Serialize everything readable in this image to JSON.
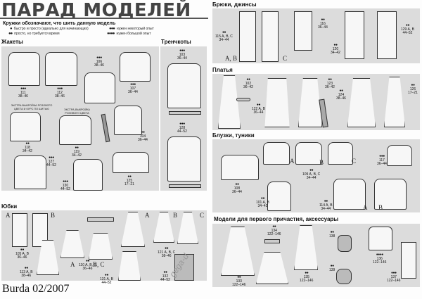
{
  "page": {
    "title": "ПАРАД МОДЕЛЕЙ",
    "footer": "Burda 02/2007",
    "watermark": "gega-d"
  },
  "legend": {
    "heading": "Кружки обозначают, что шить данную модель",
    "items": [
      {
        "dots": "●",
        "label": "быстро и просто (идеально для начинающих)"
      },
      {
        "dots": "●●",
        "label": "просто, но требуется время"
      },
      {
        "dots": "●●●",
        "label": "нужен некоторый опыт"
      },
      {
        "dots": "●●●●",
        "label": "нужен большой опыт"
      }
    ]
  },
  "sections": {
    "jackets": {
      "title": "Жакеты",
      "notes": [
        "ЭКСТРА-ВЫКРОЙКА РОЗОВОГО ЦВЕТА И КУРС ПО ШИТЬЮ",
        "ЭКСТРА-ВЫКРОЙКА РОЗОВОГО ЦВЕТА"
      ],
      "items": [
        {
          "dots": "●●●",
          "model": "111",
          "sizes": "38–46"
        },
        {
          "dots": "●●●",
          "model": "112",
          "sizes": "38–46"
        },
        {
          "dots": "●●●",
          "model": "106",
          "sizes": "38–46"
        },
        {
          "dots": "●●●",
          "model": "107",
          "sizes": "36–44"
        },
        {
          "dots": "●●",
          "model": "118",
          "sizes": "34–42"
        },
        {
          "dots": "●●",
          "model": "119",
          "sizes": "34–42"
        },
        {
          "dots": "●●",
          "model": "104",
          "sizes": "36–44"
        },
        {
          "dots": "●●●",
          "model": "127",
          "sizes": "44–52"
        },
        {
          "dots": "●●●",
          "model": "130",
          "sizes": "44–52"
        },
        {
          "dots": "●●",
          "model": "125",
          "sizes": "17–21"
        }
      ]
    },
    "trenchcoats": {
      "title": "Тренчкоты",
      "items": [
        {
          "dots": "●●●",
          "model": "103",
          "sizes": "36–44"
        },
        {
          "dots": "●●●",
          "model": "128",
          "sizes": "44–52"
        }
      ]
    },
    "skirts": {
      "title": "Юбки",
      "items": [
        {
          "dots": "●●",
          "model": "105 A, B",
          "sizes": "36–46",
          "variants": [
            "A",
            "B"
          ]
        },
        {
          "dots": "●●",
          "model": "110 A, B, C",
          "sizes": "36–46",
          "variants": [
            "A",
            "B, C"
          ]
        },
        {
          "dots": "●●",
          "model": "121 A, B, C",
          "sizes": "38–46",
          "variants": [
            "A",
            "B",
            "C"
          ]
        },
        {
          "dots": "●●",
          "model": "113 A, B",
          "sizes": "38–46"
        },
        {
          "dots": "●●",
          "model": "131 A, B",
          "sizes": "44–52"
        },
        {
          "dots": "●●",
          "model": "132",
          "sizes": "44–52"
        }
      ]
    },
    "trousers": {
      "title": "Брюки, джинсы",
      "items": [
        {
          "dots": "●●",
          "model": "115 A, B, C",
          "sizes": "34–44",
          "variants": [
            "A, B",
            "C"
          ]
        },
        {
          "dots": "●●",
          "model": "116",
          "sizes": "36–44"
        },
        {
          "dots": "●●",
          "model": "120",
          "sizes": "34–42"
        },
        {
          "dots": "●●",
          "model": "129 A, B",
          "sizes": "44–52"
        }
      ]
    },
    "dresses": {
      "title": "Платья",
      "items": [
        {
          "dots": "●●",
          "model": "102",
          "sizes": "36–42"
        },
        {
          "dots": "●●",
          "model": "122 A, B",
          "sizes": "36–44"
        },
        {
          "dots": "●●",
          "model": "123",
          "sizes": "36–42"
        },
        {
          "dots": "●●",
          "model": "124",
          "sizes": "38–46"
        },
        {
          "dots": "●●",
          "model": "126",
          "sizes": "17–21"
        }
      ]
    },
    "blouses": {
      "title": "Блузки, туники",
      "items": [
        {
          "dots": "●●",
          "model": "108",
          "sizes": "36–44"
        },
        {
          "dots": "●●",
          "model": "109 A, B, C",
          "sizes": "34–44",
          "variants": [
            "A",
            "B",
            "C"
          ]
        },
        {
          "dots": "●●●",
          "model": "117",
          "sizes": "36–44"
        },
        {
          "dots": "●●",
          "model": "101 A, B",
          "sizes": "34–42"
        },
        {
          "dots": "●●",
          "model": "114 A, B",
          "sizes": "34–44",
          "variants": [
            "A",
            "B"
          ]
        }
      ]
    },
    "communion": {
      "title": "Модели для первого причастия, аксессуары",
      "items": [
        {
          "dots": "●●",
          "model": "133",
          "sizes": "122–146"
        },
        {
          "dots": "●●",
          "model": "134",
          "sizes": "122–146"
        },
        {
          "dots": "●●",
          "model": "135",
          "sizes": "122–146"
        },
        {
          "dots": "●●",
          "model": "138",
          "sizes": ""
        },
        {
          "dots": "●●",
          "model": "139",
          "sizes": ""
        },
        {
          "dots": "●●●●",
          "model": "136",
          "sizes": "122–146"
        },
        {
          "dots": "●●●",
          "model": "137",
          "sizes": "122–146"
        }
      ]
    }
  }
}
